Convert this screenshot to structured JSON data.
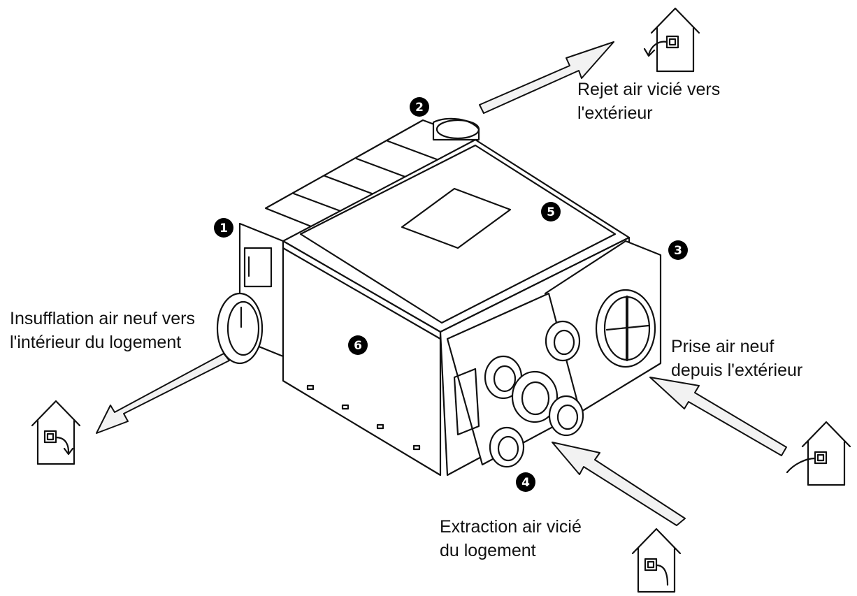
{
  "colors": {
    "ink": "#111111",
    "fill": "#ffffff",
    "arrow_fill": "#f2f2f2",
    "badge": "#000000"
  },
  "components": [
    {
      "id": "1",
      "label": "1"
    },
    {
      "id": "2",
      "label": "2"
    },
    {
      "id": "3",
      "label": "3"
    },
    {
      "id": "4",
      "label": "4"
    },
    {
      "id": "5",
      "label": "5"
    },
    {
      "id": "6",
      "label": "6"
    }
  ],
  "flows": {
    "exhaust_out": {
      "line1": "Rejet air vicié vers",
      "line2": "l'extérieur",
      "icon": "house-icon"
    },
    "supply_in": {
      "line1": "Insufflation air neuf vers",
      "line2": "l'intérieur du logement",
      "icon": "house-icon"
    },
    "fresh_intake": {
      "line1": "Prise air neuf",
      "line2": "depuis l'extérieur",
      "icon": "house-icon"
    },
    "extract": {
      "line1": "Extraction air vicié",
      "line2": "du logement",
      "icon": "house-icon"
    }
  }
}
